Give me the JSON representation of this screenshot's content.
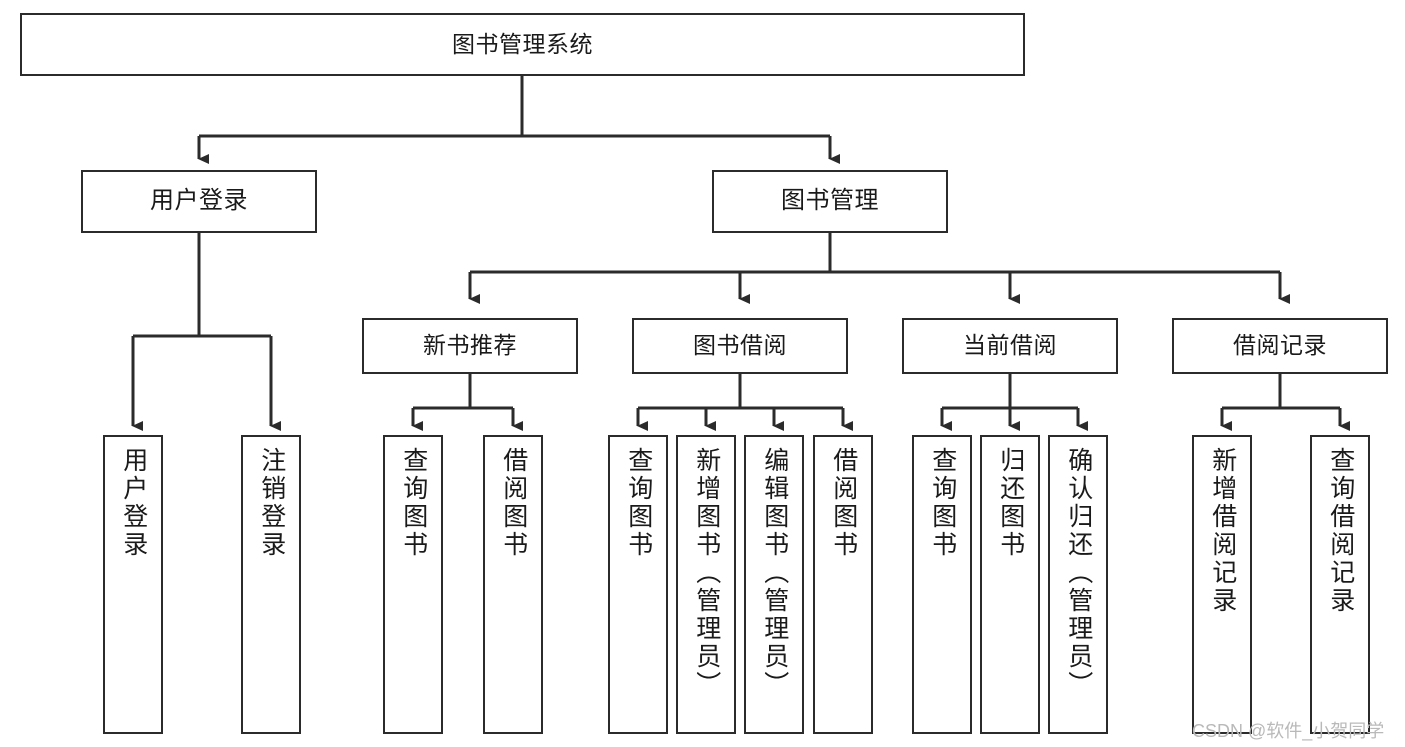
{
  "diagram": {
    "type": "tree-hierarchy",
    "title": "图书管理系统",
    "watermark": "CSDN @软件_小贺同学",
    "colors": {
      "box_border": "#2b2b2b",
      "box_fill": "#ffffff",
      "connector": "#2b2b2b",
      "text": "#1a1a1a",
      "watermark": "#b9b9b9",
      "background": "#ffffff"
    },
    "nodes": {
      "root": {
        "label": "图书管理系统"
      },
      "level2": [
        {
          "label": "用户登录"
        },
        {
          "label": "图书管理"
        }
      ],
      "level3": [
        {
          "label": "新书推荐"
        },
        {
          "label": "图书借阅"
        },
        {
          "label": "当前借阅"
        },
        {
          "label": "借阅记录"
        }
      ],
      "leaves": {
        "user_login": [
          {
            "label": "用户登录"
          },
          {
            "label": "注销登录"
          }
        ],
        "new_book": [
          {
            "label": "查询图书"
          },
          {
            "label": "借阅图书"
          }
        ],
        "book_borrow": [
          {
            "label": "查询图书"
          },
          {
            "label": "新增图书（管理员）"
          },
          {
            "label": "编辑图书（管理员）"
          },
          {
            "label": "借阅图书"
          }
        ],
        "current_borrow": [
          {
            "label": "查询图书"
          },
          {
            "label": "归还图书"
          },
          {
            "label": "确认归还（管理员）"
          }
        ],
        "borrow_record": [
          {
            "label": "新增借阅记录"
          },
          {
            "label": "查询借阅记录"
          }
        ]
      }
    }
  }
}
